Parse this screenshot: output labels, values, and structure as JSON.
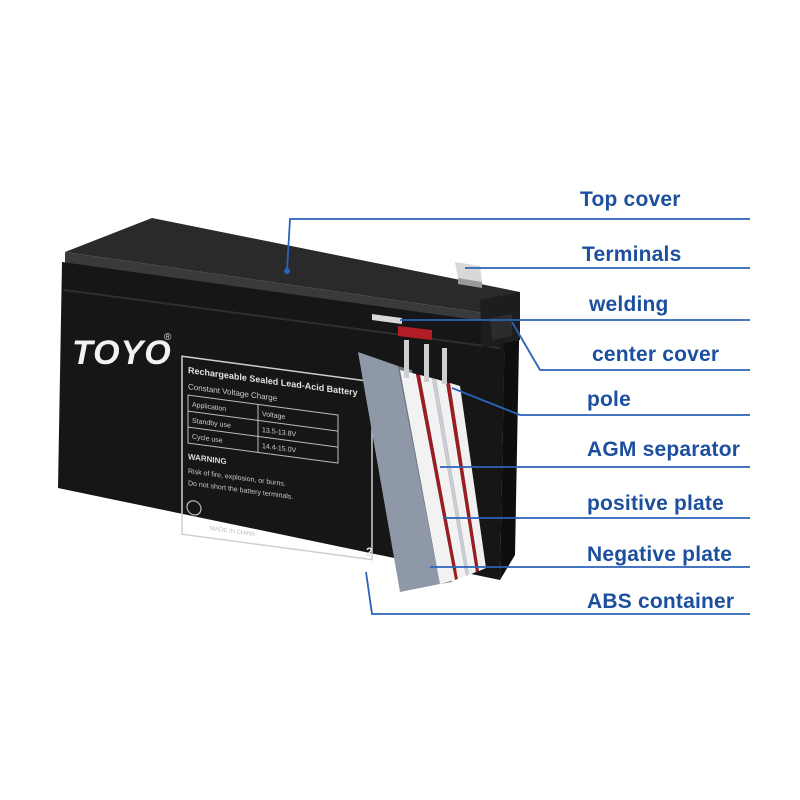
{
  "brand": {
    "logo_text": "TOYO",
    "registered_mark": "®"
  },
  "battery": {
    "front_label": {
      "heading": "Rechargeable Sealed Lead-Acid Battery",
      "subheading": "Constant Voltage Charge",
      "table_rows": [
        [
          "Application",
          "Voltage"
        ],
        [
          "Standby use",
          "13.5-13.8V"
        ],
        [
          "Cycle use",
          "14.4-15.0V"
        ]
      ],
      "warning_title": "WARNING",
      "warning_lines": [
        "Risk of fire, explosion, or burns.",
        "Do not short the battery terminals."
      ],
      "maker_line": "MADE IN CHINA",
      "side_number": "2"
    },
    "case_color": "#161616",
    "plate_colors": {
      "separator": "#f2f2f2",
      "positive": "#9c1c22",
      "negative": "#c9ced6",
      "container": "#8e98a6"
    }
  },
  "callouts": [
    {
      "id": "top-cover",
      "label": "Top cover"
    },
    {
      "id": "terminals",
      "label": "Terminals"
    },
    {
      "id": "welding",
      "label": "welding"
    },
    {
      "id": "center-cover",
      "label": "center cover"
    },
    {
      "id": "pole",
      "label": "pole"
    },
    {
      "id": "agm-separator",
      "label": "AGM separator"
    },
    {
      "id": "positive-plate",
      "label": "positive plate"
    },
    {
      "id": "negative-plate",
      "label": "Negative plate"
    },
    {
      "id": "abs-container",
      "label": "ABS container"
    }
  ],
  "colors": {
    "callout_text": "#1c4f9e",
    "callout_line": "#2b63b8"
  }
}
